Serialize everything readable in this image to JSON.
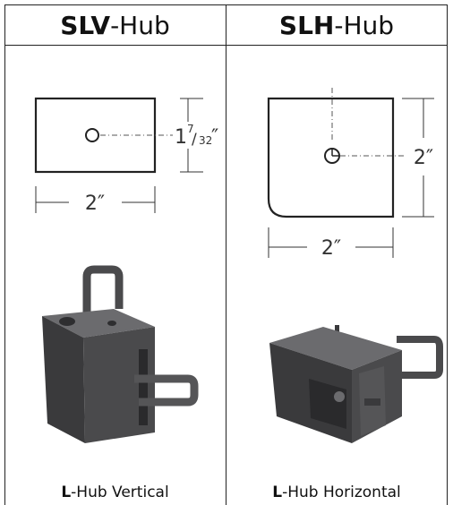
{
  "columns": [
    {
      "header_bold": "SLV",
      "header_rest": "-Hub",
      "height_dim_whole": "1",
      "height_dim_num": "7",
      "height_dim_den": "32",
      "height_dim_unit": "″",
      "width_dim": "2″",
      "caption_bold": "L",
      "caption_rest": "-Hub Vertical"
    },
    {
      "header_bold": "SLH",
      "header_rest": "-Hub",
      "height_dim": "2″",
      "width_dim": "2″",
      "caption_bold": "L",
      "caption_rest": "-Hub Horizontal"
    }
  ],
  "colors": {
    "line": "#222222",
    "product_body": "#4a4a4c",
    "product_dark": "#2e2e30",
    "product_light": "#6b6b6e"
  }
}
